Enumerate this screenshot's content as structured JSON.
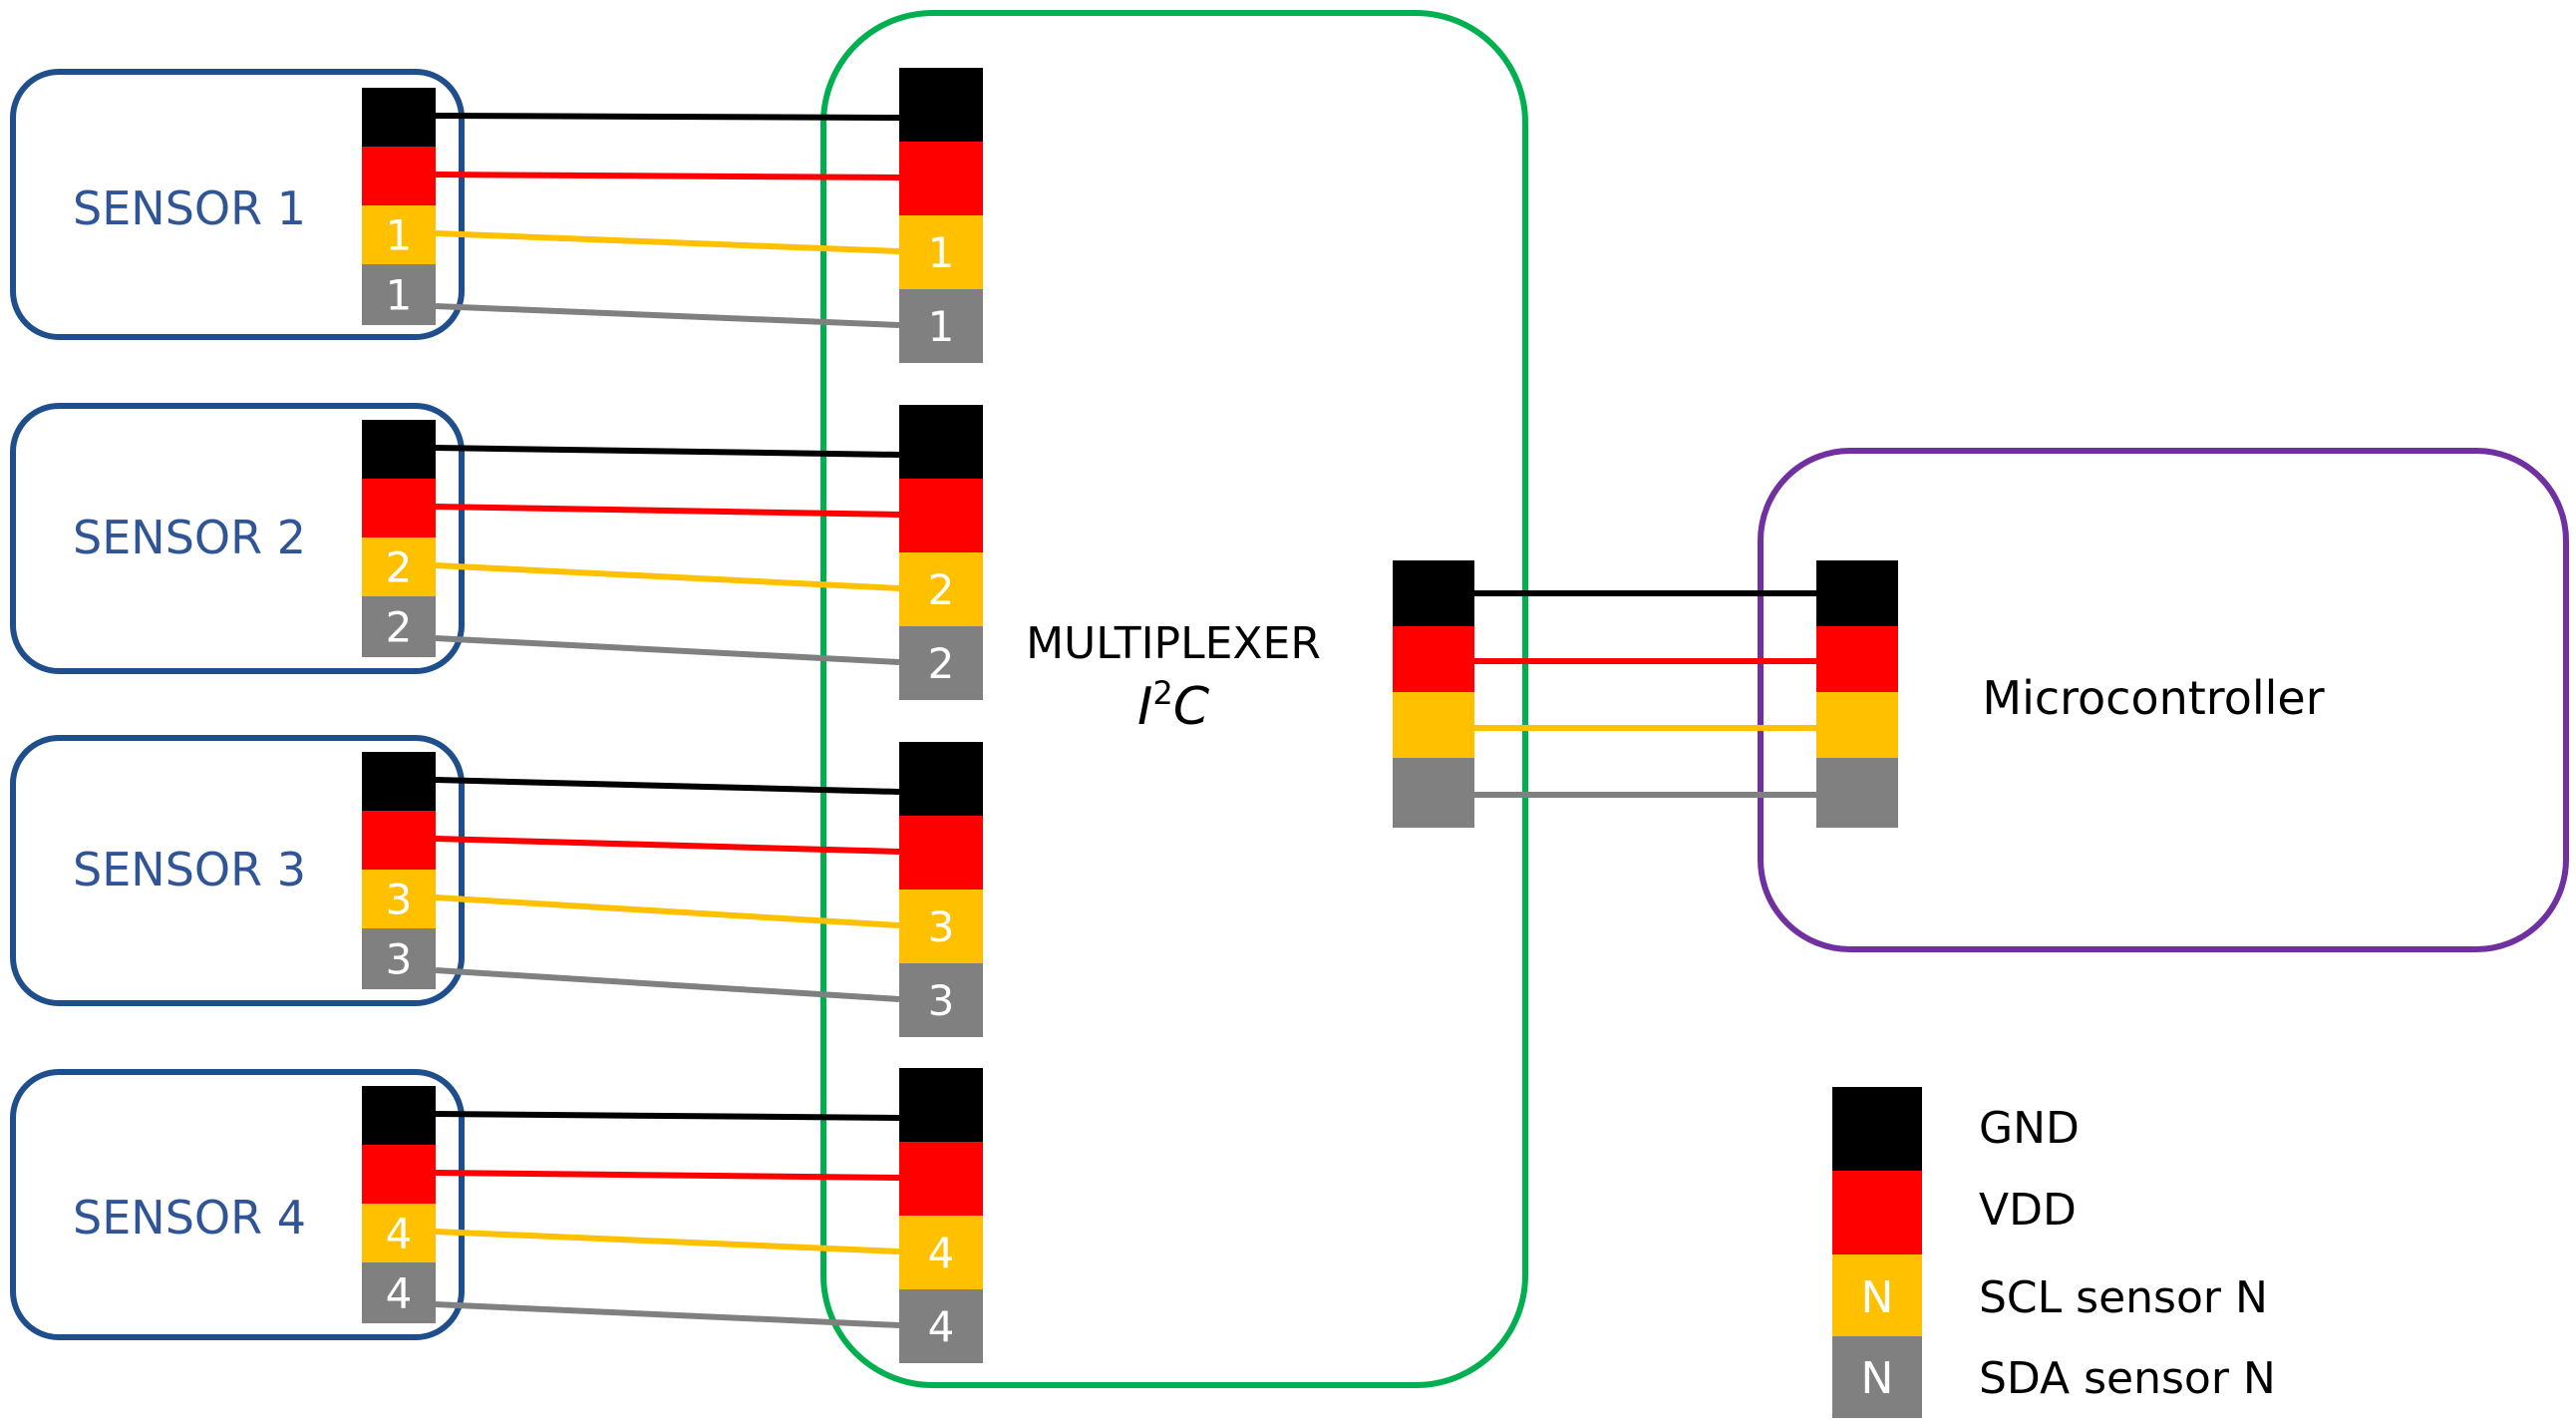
{
  "colors": {
    "gnd": "#000000",
    "vdd": "#ff0000",
    "scl": "#ffc000",
    "sda": "#808080",
    "sensor_border": "#1f4e8c",
    "sensor_text": "#2f5597",
    "mux_border": "#00b050",
    "mcu_border": "#7030a0",
    "pin_text": "#ffffff",
    "text": "#000000"
  },
  "sensors": [
    {
      "label": "SENSOR 1",
      "pin": "1"
    },
    {
      "label": "SENSOR 2",
      "pin": "2"
    },
    {
      "label": "SENSOR 3",
      "pin": "3"
    },
    {
      "label": "SENSOR 4",
      "pin": "4"
    }
  ],
  "multiplexer": {
    "label": "MULTIPLEXER",
    "formula_base": "I",
    "formula_sup": "2",
    "formula_tail": "C"
  },
  "microcontroller": {
    "label": "Microcontroller"
  },
  "legend": [
    {
      "color_key": "gnd",
      "glyph": "",
      "label": "GND"
    },
    {
      "color_key": "vdd",
      "glyph": "",
      "label": "VDD"
    },
    {
      "color_key": "scl",
      "glyph": "N",
      "label": "SCL sensor N"
    },
    {
      "color_key": "sda",
      "glyph": "N",
      "label": "SDA sensor N"
    }
  ]
}
